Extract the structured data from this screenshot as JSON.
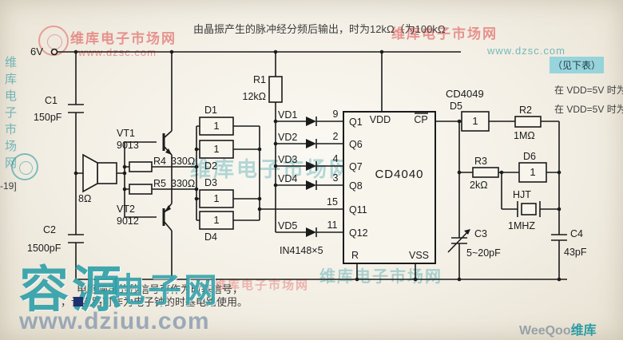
{
  "schematic": {
    "supply_label": "6V",
    "components": {
      "c1": {
        "ref": "C1",
        "value": "150pF"
      },
      "c2": {
        "ref": "C2",
        "value": "1500pF"
      },
      "c3": {
        "ref": "C3",
        "value": "5~20pF"
      },
      "c4": {
        "ref": "C4",
        "value": "43pF"
      },
      "r1": {
        "ref": "R1",
        "value": "12kΩ"
      },
      "r2": {
        "ref": "R2",
        "value": "1MΩ"
      },
      "r3": {
        "ref": "R3",
        "value": "2kΩ"
      },
      "r4": {
        "ref": "R4",
        "value": "330Ω"
      },
      "r5": {
        "ref": "R5",
        "value": "330Ω"
      },
      "speaker": {
        "value": "8Ω"
      },
      "vt1": {
        "ref": "VT1",
        "value": "9013"
      },
      "vt2": {
        "ref": "VT2",
        "value": "9012"
      },
      "crystal": {
        "ref": "HJT",
        "value": "1MHZ"
      },
      "gates": {
        "d1": "D1",
        "d2": "D2",
        "d3": "D3",
        "d4": "D4",
        "d5": "D5",
        "d6": "D6",
        "symbol": "1"
      },
      "diodes": {
        "vd1": "VD1",
        "vd2": "VD2",
        "vd3": "VD3",
        "vd4": "VD4",
        "vd5": "VD5",
        "note": "IN4148×5"
      },
      "buffer_ic": "CD4049"
    },
    "ic": {
      "name": "CD4040",
      "pin_vdd": "VDD",
      "pin_cp": "CP",
      "pin_r": "R",
      "pin_vss": "VSS",
      "outputs": [
        {
          "pin": "9",
          "name": "Q1"
        },
        {
          "pin": "2",
          "name": "Q6"
        },
        {
          "pin": "4",
          "name": "Q7"
        },
        {
          "pin": "3",
          "name": "Q8"
        },
        {
          "pin": "15",
          "name": "Q11"
        },
        {
          "pin": "11",
          "name": "Q12"
        }
      ]
    }
  },
  "watermarks": {
    "brand": "维库电子市场网",
    "brand_url": "www.dzsc.com",
    "bottom_brand_1": "容源",
    "bottom_brand_2": "电子网",
    "bottom_url": "www.dziuu.com",
    "bottom_right_gray": "WeeQoo",
    "bottom_right_teal": "维库"
  },
  "page_text": {
    "top_line": "由晶振产生的脉冲经分频后输出，时为12kΩ（为100kΩ",
    "right_highlight": "（见下表）",
    "right_line1": "在 VDD=5V 时为",
    "right_line2": "在 VDD=5V 时为",
    "left_edge": "-19]",
    "bottom_line1": "电路输出的秒信号可作为时基信号，",
    "bottom_line2": "，该电路可作为电子钟的时基电路使用。"
  }
}
